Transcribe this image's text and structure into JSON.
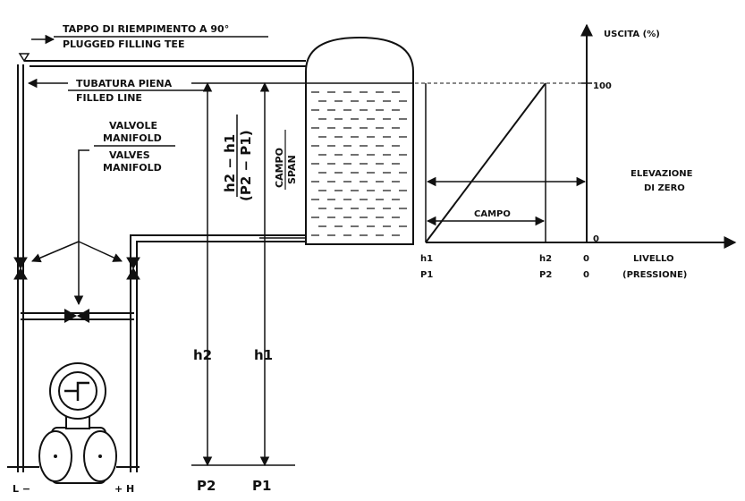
{
  "labels": {
    "filling_tee_it": "TAPPO DI RIEMPIMENTO A 90°",
    "filling_tee_en": "PLUGGED FILLING TEE",
    "filled_line_it": "TUBATURA PIENA",
    "filled_line_en": "FILLED LINE",
    "valves_it_1": "VALVOLE",
    "valves_it_2": "MANIFOLD",
    "valves_en_1": "VALVES",
    "valves_en_2": "MANIFOLD",
    "diff_h": "h2 − h1",
    "diff_p": "(P2 − P1)",
    "campo_span_1": "CAMPO",
    "campo_span_2": "SPAN",
    "h2": "h2",
    "h1": "h1",
    "p2": "P2",
    "p1": "P1",
    "low_side": "L −",
    "high_side": "+ H"
  },
  "chart": {
    "y_title": "USCITA (%)",
    "y_tick_100": "100",
    "y_tick_0": "0",
    "x_title_1": "LIVELLO",
    "x_title_2": "(PRESSIONE)",
    "x_h1": "h1",
    "x_p1": "P1",
    "x_h2": "h2",
    "x_p2": "P2",
    "x_zero_a": "0",
    "x_zero_b": "0",
    "campo": "CAMPO",
    "elevation_1": "ELEVAZIONE",
    "elevation_2": "DI ZERO"
  },
  "chart_data": {
    "type": "line",
    "x_categories": [
      "h1",
      "h2"
    ],
    "series": [
      {
        "x": [
          "h1",
          "h2"
        ],
        "y": [
          0,
          100
        ]
      }
    ],
    "y_axis_title": "USCITA (%)",
    "x_axis_title": "LIVELLO (PRESSIONE)",
    "y_ticks": [
      0,
      100
    ]
  }
}
